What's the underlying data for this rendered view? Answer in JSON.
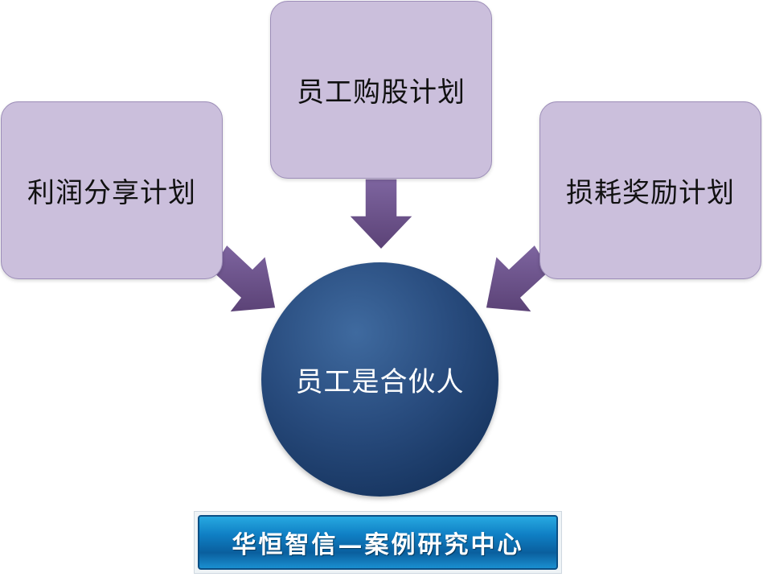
{
  "diagram": {
    "sources": [
      {
        "label": "利润分享计划"
      },
      {
        "label": "员工购股计划"
      },
      {
        "label": "损耗奖励计划"
      }
    ],
    "center": {
      "label": "员工是合伙人"
    },
    "banner": {
      "label": "华恒智信—案例研究中心"
    }
  },
  "colors": {
    "box_fill": "#cbbfdc",
    "arrow_fill": "#6a4f86",
    "circle_fill": "#1e3f6e",
    "banner_fill": "#0f7fc4"
  }
}
